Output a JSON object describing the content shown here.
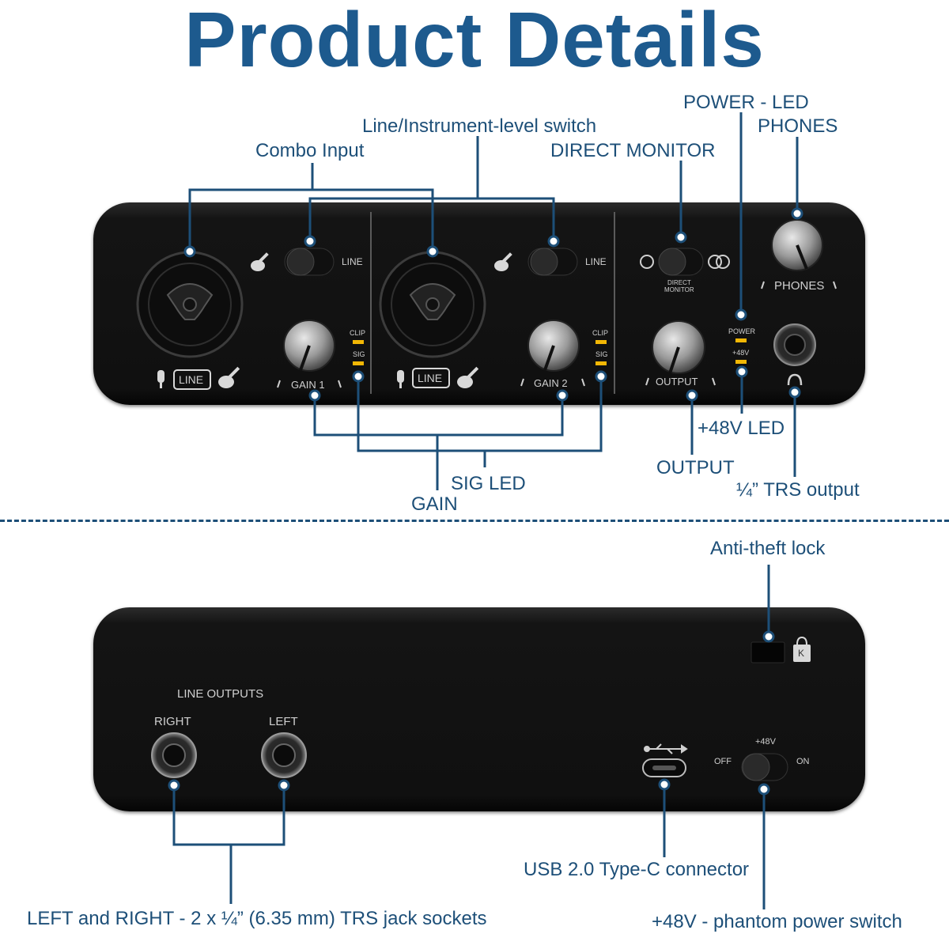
{
  "title": "Product Details",
  "front": {
    "callouts": {
      "power_led": "POWER - LED",
      "phones": "PHONES",
      "line_instrument_switch": "Line/Instrument-level switch",
      "combo_input": "Combo Input",
      "direct_monitor": "DIRECT MONITOR",
      "plus48v_led": "+48V LED",
      "output": "OUTPUT",
      "trs_output": "¼” TRS output",
      "sig_led": "SIG LED",
      "gain": "GAIN"
    },
    "panel_labels": {
      "line1": "LINE",
      "line2": "LINE",
      "line_box1": "LINE",
      "line_box2": "LINE",
      "clip1": "CLIP",
      "sig1": "SIG",
      "clip2": "CLIP",
      "sig2": "SIG",
      "gain1": "GAIN  1",
      "gain2": "GAIN  2",
      "direct_monitor_1": "DIRECT",
      "direct_monitor_2": "MONITOR",
      "output": "OUTPUT",
      "power": "POWER",
      "plus48v": "+48V",
      "phones": "PHONES"
    }
  },
  "back": {
    "callouts": {
      "anti_theft": "Anti-theft lock",
      "usb": "USB 2.0 Type-C connector",
      "phantom": "+48V - phantom power switch",
      "jacks": "LEFT and RIGHT - 2 x ¼” (6.35 mm) TRS jack sockets"
    },
    "panel_labels": {
      "line_outputs": "LINE  OUTPUTS",
      "right": "RIGHT",
      "left": "LEFT",
      "plus48v": "+48V",
      "off": "OFF",
      "on": "ON",
      "lock_glyph": "K"
    }
  },
  "colors": {
    "title": "#1d5a8e",
    "callout_text": "#1d4f78",
    "leader": "#1d4f78",
    "led": "#f2b705",
    "device": "#141414"
  }
}
